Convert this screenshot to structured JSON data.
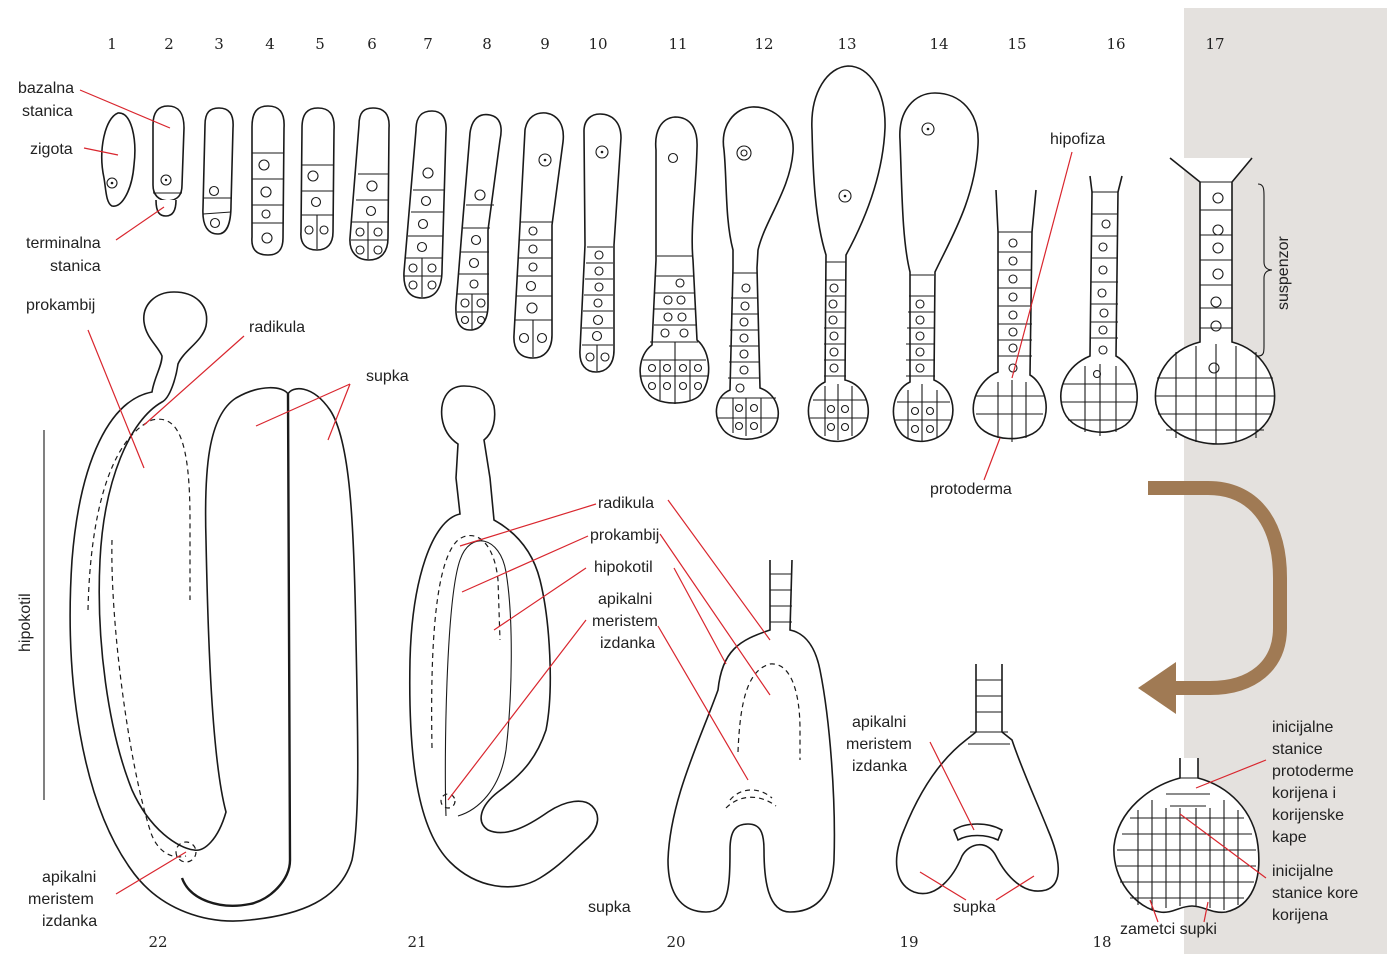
{
  "stage_numbers": [
    "1",
    "2",
    "3",
    "4",
    "5",
    "6",
    "7",
    "8",
    "9",
    "10",
    "11",
    "12",
    "13",
    "14",
    "15",
    "16",
    "17",
    "18",
    "19",
    "20",
    "21",
    "22"
  ],
  "labels": {
    "bazalna": "bazalna",
    "stanica": "stanica",
    "zigota": "zigota",
    "terminalna": "terminalna",
    "stanica2": "stanica",
    "prokambij": "prokambij",
    "radikula": "radikula",
    "supka": "supka",
    "hipokotil": "hipokotil",
    "apikalni": "apikalni",
    "meristem": "meristem",
    "izdanka": "izdanka",
    "hipofiza": "hipofiza",
    "suspenzor": "suspenzor",
    "protoderma": "protoderma",
    "radikula21": "radikula",
    "prokambij21": "prokambij",
    "hipokotil21": "hipokotil",
    "apikalni21": "apikalni",
    "meristem21": "meristem",
    "izdanka21": "izdanka",
    "supka20": "supka",
    "apikalni19": "apikalni",
    "meristem19": "meristem",
    "izdanka19": "izdanka",
    "supka19": "supka",
    "inicijalne1": "inicijalne",
    "stanice1": "stanice",
    "protoderme": "protoderme",
    "korijena1": "korijena i",
    "korijenske": "korijenske",
    "kape": "kape",
    "inicijalne2": "inicijalne",
    "stanice_kore": "stanice kore",
    "korijena2": "korijena",
    "zametci": "zametci supki"
  },
  "colors": {
    "annotation_line": "#d9262e",
    "arrow": "#a07a54",
    "panel": "#e4e1de"
  }
}
